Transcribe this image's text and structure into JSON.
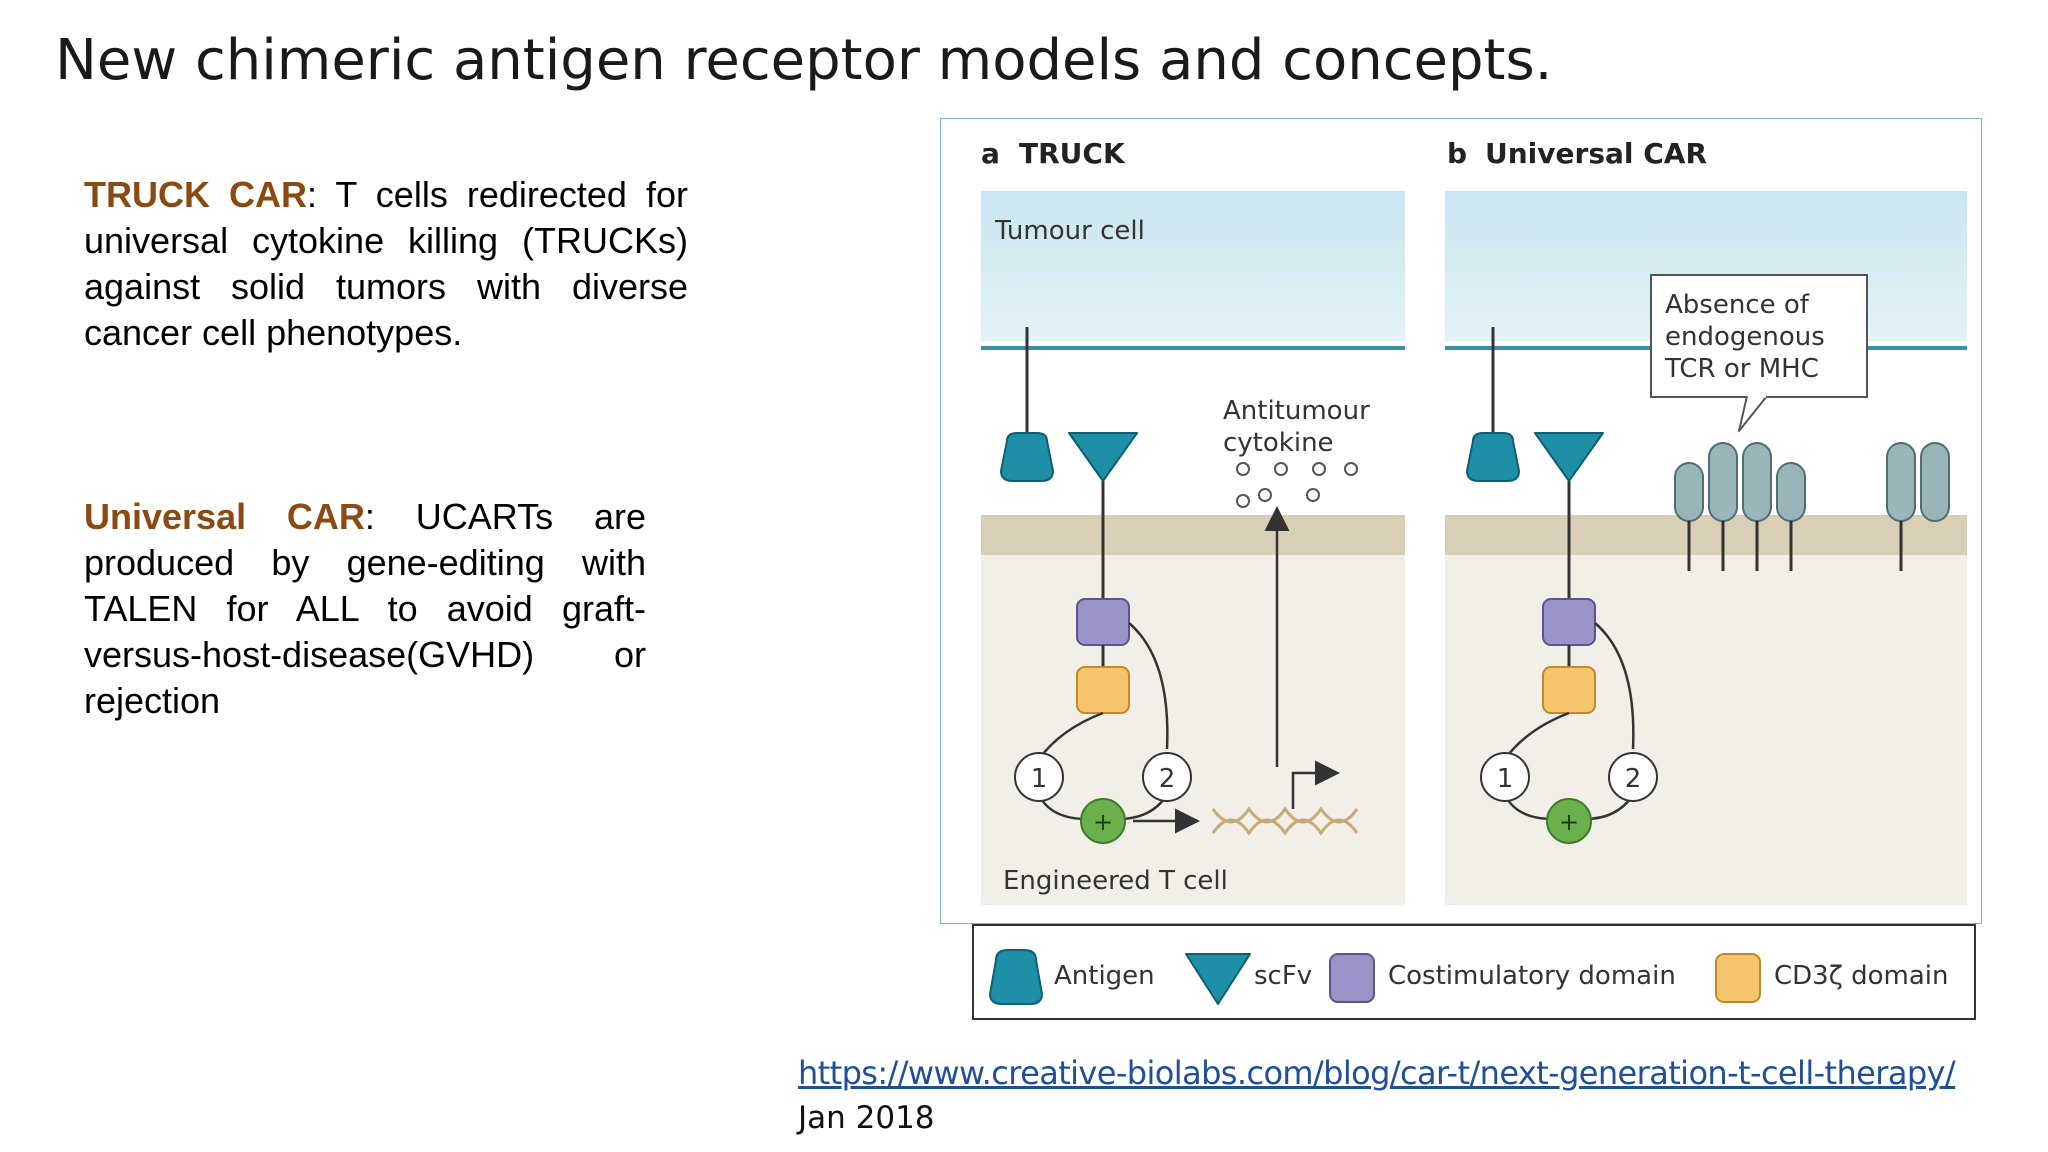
{
  "slide": {
    "title": "New chimeric antigen receptor models and concepts."
  },
  "truck": {
    "term": "TRUCK CAR",
    "text": ": T cells redirected for universal cytokine killing (TRUCKs) against solid tumors with diverse cancer cell phenotypes."
  },
  "universal": {
    "term": "Universal CAR",
    "text": ": UCARTs are produced by gene-editing with TALEN for ALL to avoid graft-versus-host-disease(GVHD) or rejection"
  },
  "figure": {
    "panel_a": {
      "letter": "a",
      "title": "TRUCK"
    },
    "panel_b": {
      "letter": "b",
      "title": "Universal CAR"
    },
    "tumour_label": "Tumour cell",
    "cytokine_label_1": "Antitumour",
    "cytokine_label_2": "cytokine",
    "tcell_label": "Engineered T cell",
    "callout_1": "Absence of",
    "callout_2": "endogenous",
    "callout_3": "TCR or MHC",
    "signal_1": "1",
    "signal_2": "2",
    "plus": "+"
  },
  "legend": {
    "antigen": "Antigen",
    "scfv": "scFv",
    "costim": "Costimulatory domain",
    "cd3z": "CD3ζ domain"
  },
  "colors": {
    "term": "#8a4a12",
    "tumour_bg": "#cfe8f0",
    "membrane": "#d6ccb5",
    "tcell_bg": "#f2efe9",
    "antigen": "#1f8fa8",
    "costim": "#9a93c8",
    "cd3z": "#f6c46a",
    "plus_node": "#6ab04c",
    "mhc": "#9ab5b9",
    "link": "#1f4e9b"
  },
  "source": {
    "url": "https://www.creative-biolabs.com/blog/car-t/next-generation-t-cell-therapy/",
    "date": "Jan 2018"
  }
}
